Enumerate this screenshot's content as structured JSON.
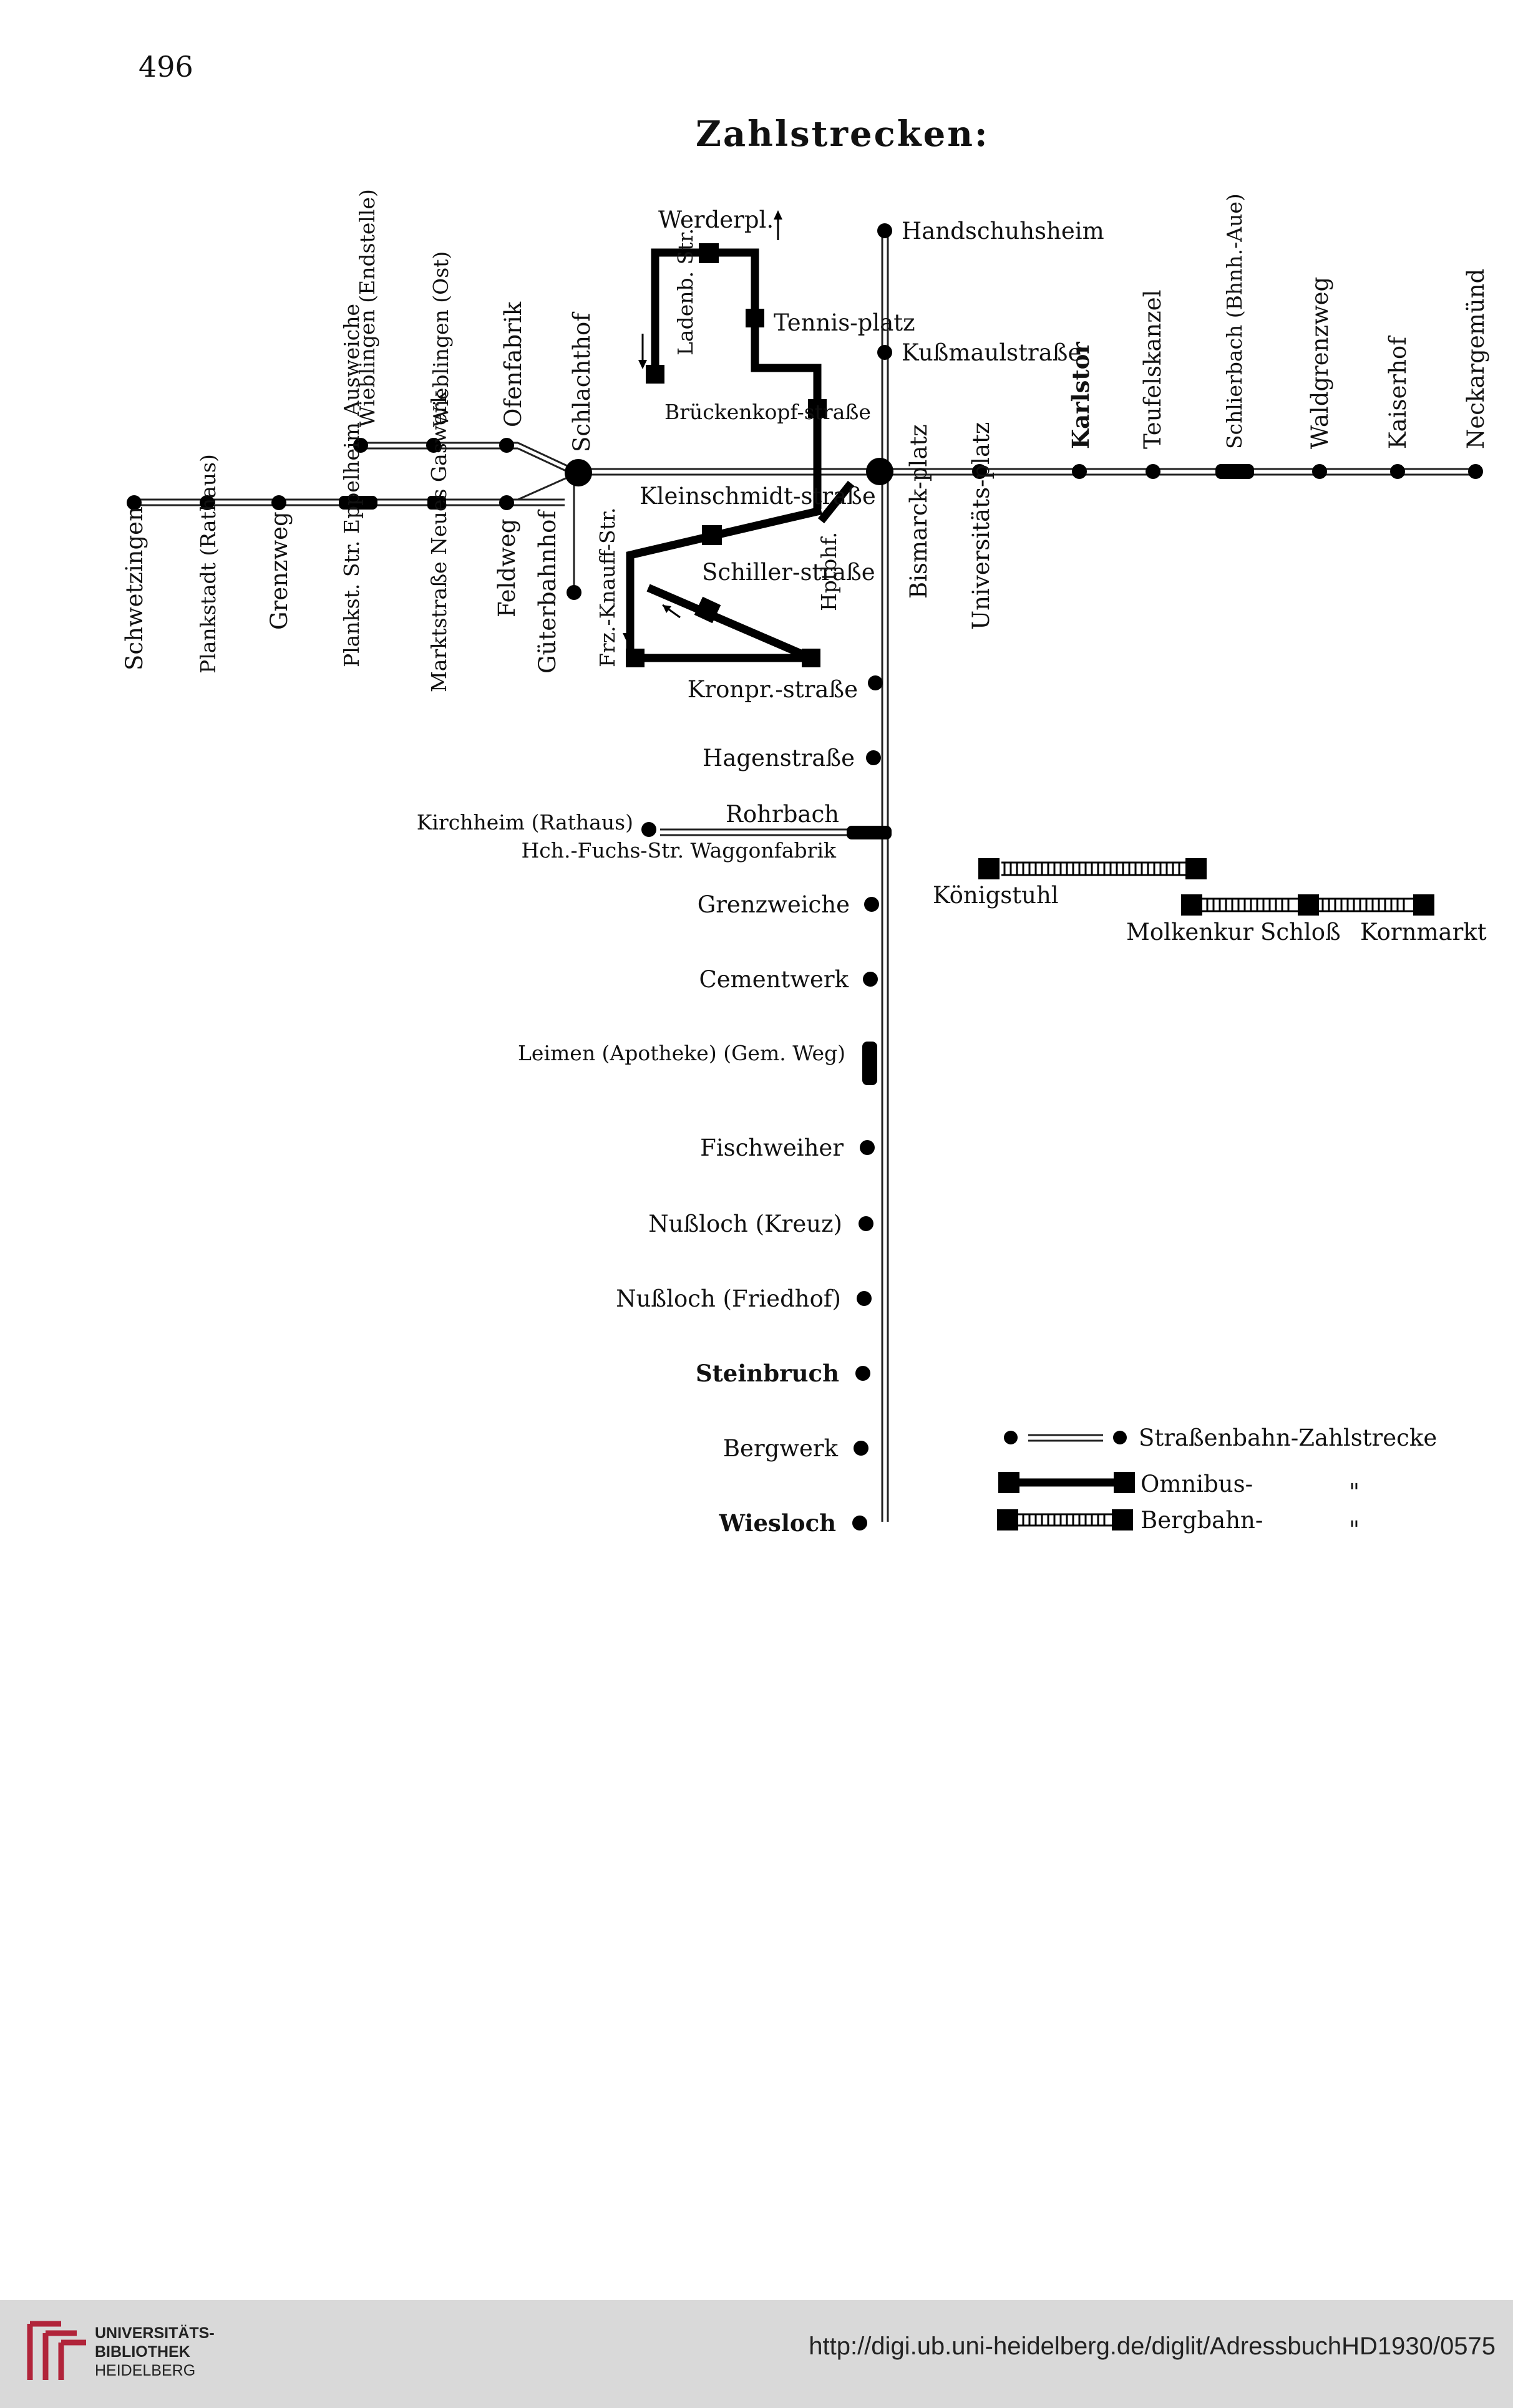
{
  "page_number": "496",
  "title": "Zahlstrecken:",
  "tram_stops_west": [
    "Schwetzingen",
    "Plankstadt (Rathaus)",
    "Grenzweg",
    "Plankst. Str. Eppelheim Ausweiche",
    "Marktstraße Neues Gaswerk",
    "Feldweg",
    "Güterbahnhof"
  ],
  "tram_stops_west_upper": [
    "Wieblingen (Endstelle)",
    "Wieblingen (Ost)",
    "Ofenfabrik",
    "Schlachthof"
  ],
  "tram_stops_east": [
    "Bismarck-platz",
    "Universitäts-platz",
    "Karlstor",
    "Teufelskanzel",
    "Schlierbach (Bhnh.-Aue)",
    "Waldgrenzweg",
    "Kaiserhof",
    "Neckargemünd"
  ],
  "tram_stops_north": [
    "Handschuhsheim",
    "Kußmaulstraße"
  ],
  "tram_stops_south": [
    "Kronpr.-straße",
    "Hagenstraße",
    "Rohrbach",
    "Hch.-Fuchs-Str. Waggonfabrik",
    "Grenzweiche",
    "Cementwerk",
    "Leimen (Apotheke) (Gem. Weg)",
    "Fischweiher",
    "Nußloch (Kreuz)",
    "Nußloch (Friedhof)",
    "Steinbruch",
    "Bergwerk",
    "Wiesloch"
  ],
  "branch_stop": "Kirchheim (Rathaus)",
  "bus_stops": [
    "Werderpl.",
    "Ladenb. Str.",
    "Tennis-platz",
    "Brückenkopf-straße",
    "Kleinschmidt-straße",
    "Hptbhf.",
    "Schiller-straße",
    "Frz.-Knauff-Str.",
    "Kronpr.-straße"
  ],
  "mountain_railway": [
    "Königstuhl",
    "Molkenkur",
    "Schloß",
    "Kornmarkt"
  ],
  "legend": {
    "tram": "Straßenbahn-Zahlstrecke",
    "bus": "Omnibus-",
    "mountain": "Bergbahn-",
    "ditto": "\""
  },
  "footer": {
    "org_line1": "UNIVERSITÄTS-",
    "org_line2": "BIBLIOTHEK",
    "org_line3": "HEIDELBERG",
    "url": "http://digi.ub.uni-heidelberg.de/diglit/AdressbuchHD1930/0575"
  }
}
